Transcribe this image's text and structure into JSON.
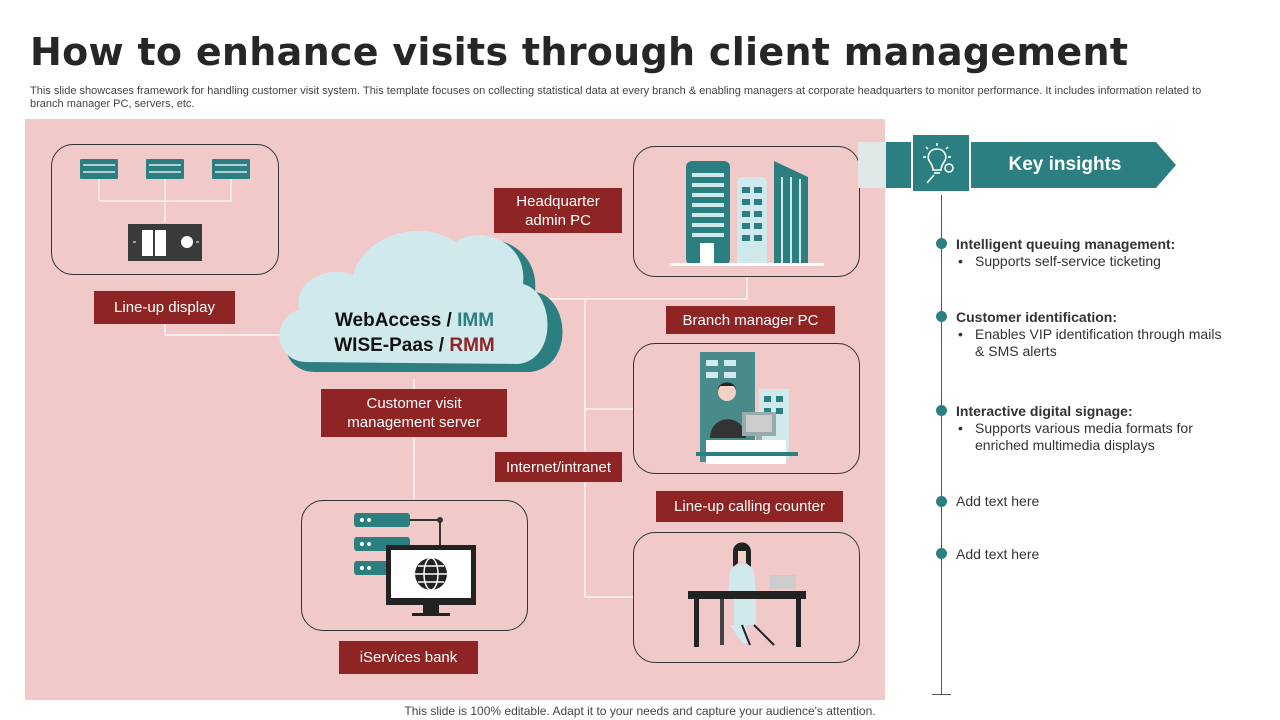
{
  "slide": {
    "title": "How to enhance visits through client management",
    "subtitle": "This slide showcases framework for handling customer visit system. This template focuses on collecting statistical data at every  branch & enabling managers at corporate headquarters to monitor performance. It includes information related to branch manager PC, servers, etc.",
    "footer": "This slide is 100% editable. Adapt it to your needs and capture your audience's attention."
  },
  "diagram": {
    "cloud": {
      "line1_a": "WebAccess /",
      "line1_b": "IMM",
      "line2_a": "WISE-Paas /",
      "line2_b": "RMM"
    },
    "labels": {
      "lineup_display": "Line-up display",
      "hq_admin_1": "Headquarter",
      "hq_admin_2": "admin PC",
      "branch_manager": "Branch manager PC",
      "server_1": "Customer visit",
      "server_2": "management server",
      "internet": "Internet/intranet",
      "calling_counter": "Line-up calling counter",
      "iservices": "iServices bank"
    }
  },
  "insights": {
    "title": "Key insights",
    "items": [
      {
        "heading": "Intelligent queuing management:",
        "bullet_lines": [
          "Supports self-service ticketing"
        ]
      },
      {
        "heading": "Customer identification:",
        "bullet_lines": [
          "Enables VIP identification through mails",
          "& SMS alerts"
        ]
      },
      {
        "heading": "Interactive digital signage:",
        "bullet_lines": [
          "Supports various media formats for",
          "enriched multimedia displays"
        ]
      },
      {
        "heading": "Add text here"
      },
      {
        "heading": "Add text here"
      }
    ]
  },
  "colors": {
    "panel": "#f2c9c9",
    "label_red": "#8e2424",
    "teal": "#2c7f80",
    "light_teal": "#cfe9ec"
  },
  "icons": [
    "server-rack-icon",
    "lineup-display-device-icon",
    "office-buildings-icon",
    "manager-at-desk-icon",
    "woman-at-desk-icon",
    "server-stack-icon",
    "globe-monitor-icon",
    "lightbulb-gear-icon"
  ]
}
